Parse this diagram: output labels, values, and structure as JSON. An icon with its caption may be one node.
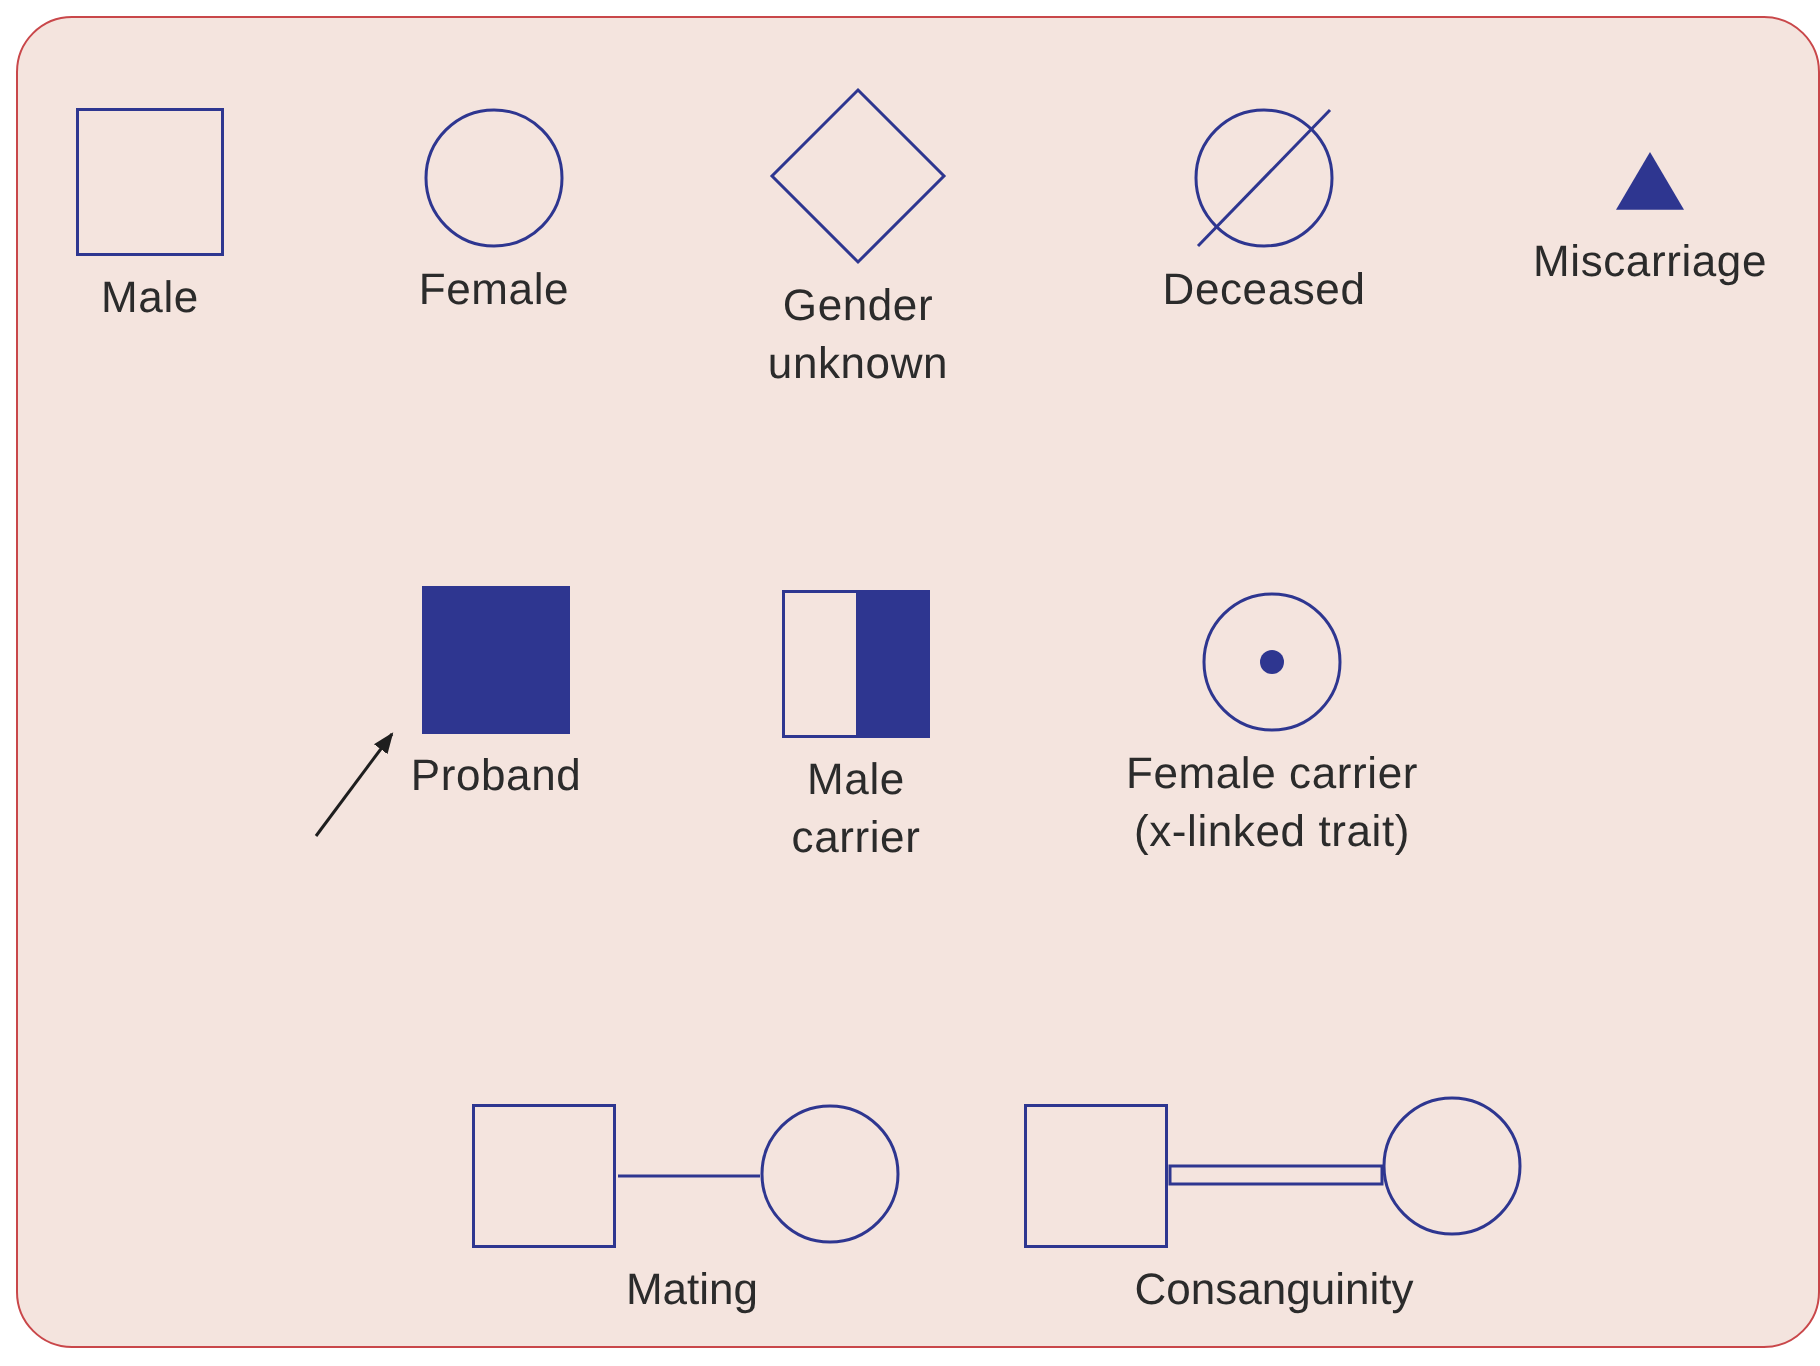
{
  "diagram": {
    "nodes": [
      {
        "text": [
          "Male"
        ]
      },
      {
        "text": [
          "Female"
        ]
      },
      {
        "text": [
          "Gender unknown"
        ]
      },
      {
        "text": [
          "Deceased"
        ]
      },
      {
        "text": [
          "Miscarriage"
        ]
      },
      {
        "text": [
          "Proband"
        ]
      },
      {
        "text": [
          "Male carrier"
        ]
      },
      {
        "text": [
          "Female carrier (x-linked trait)"
        ]
      },
      {
        "text": [],
        "shape": "box"
      },
      {
        "text": [],
        "shape": "circle"
      },
      {
        "text": [],
        "shape": "box"
      },
      {
        "text": [],
        "shape": "circle"
      }
    ],
    "edges": [
      {
        "from": null,
        "to": 5,
        "arrow": "to",
        "color": "#1e1e1e"
      },
      {
        "from": 8,
        "to": 9,
        "arrow": "none",
        "color": "#2e3690"
      },
      {
        "from": 10,
        "to": 11,
        "arrow": "none",
        "color": "#2e3690"
      }
    ],
    "labels": [
      "Mating",
      "Consanguinity"
    ]
  }
}
